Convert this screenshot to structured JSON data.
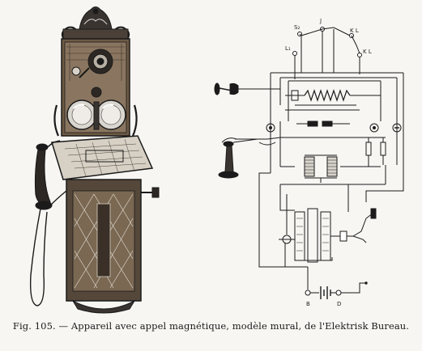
{
  "figure": {
    "caption_prefix": "Fig. 105.",
    "caption_text": " — Appareil avec appel magnétique, modèle mural, de l'Elektrisk Bureau."
  },
  "diagram_labels": {
    "j": "J",
    "s2": "S₂",
    "kl_upper": "K L",
    "l1": "L₁",
    "kl_lower": "K L",
    "b": "B",
    "d": "D"
  },
  "colors": {
    "ink": "#1b1b1b",
    "paper": "#f7f6f3",
    "wood": "#6e5a44"
  }
}
